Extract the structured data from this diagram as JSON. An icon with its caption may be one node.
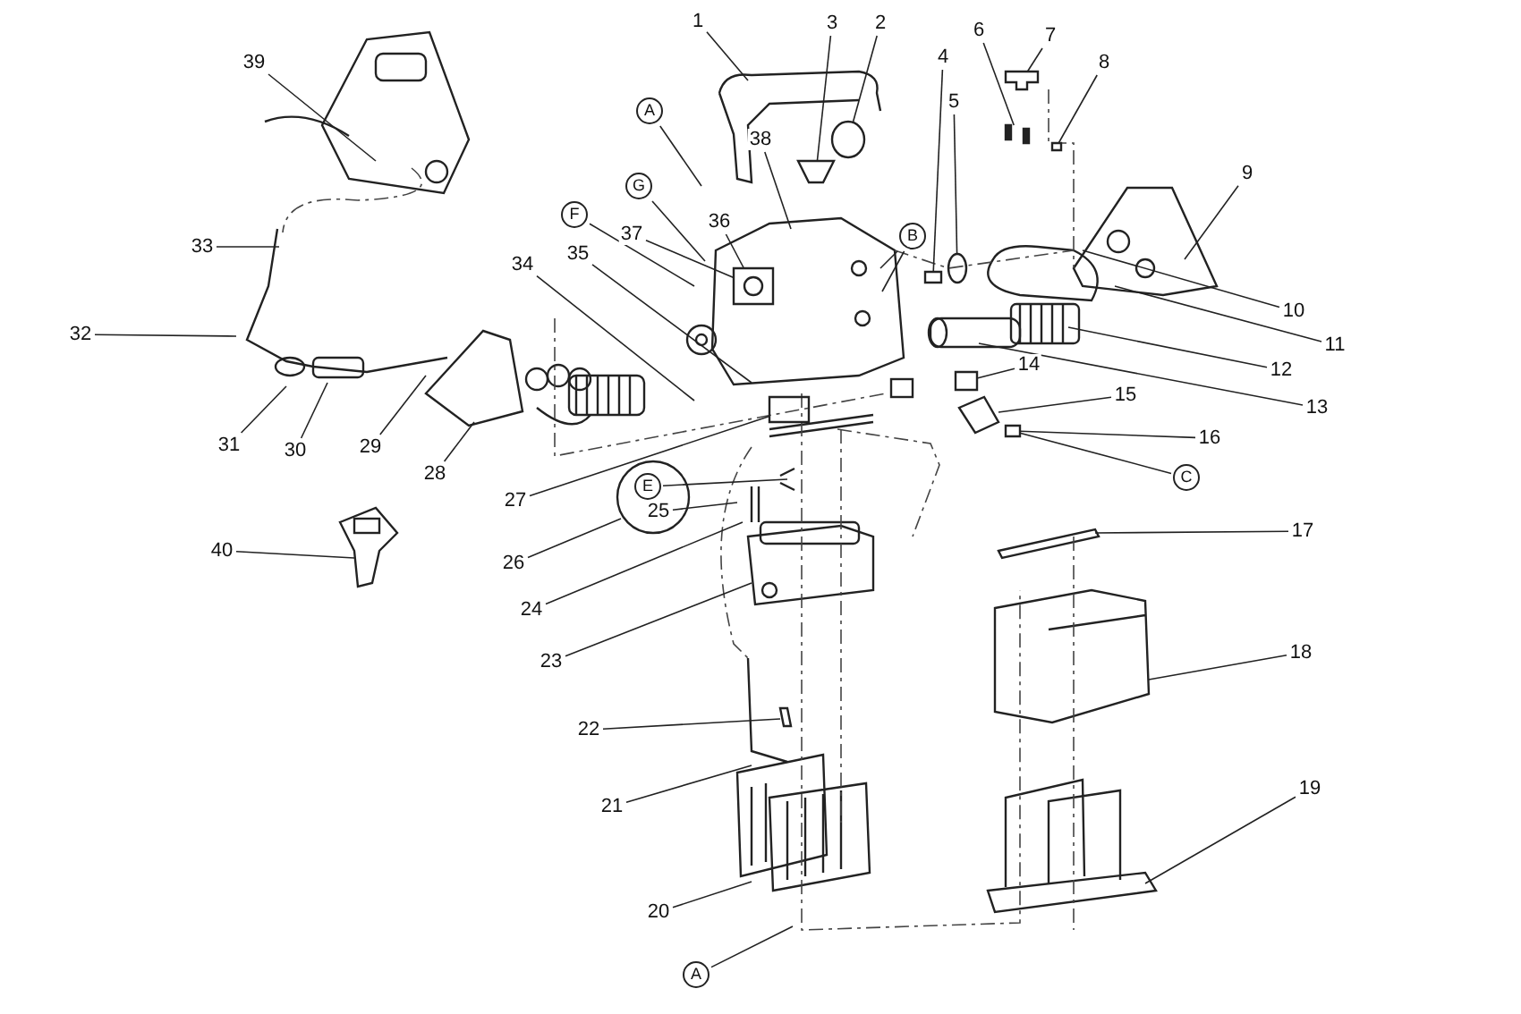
{
  "diagram": {
    "nodes": [
      {
        "text": [
          "1"
        ]
      },
      {
        "text": [
          "2"
        ]
      },
      {
        "text": [
          "3"
        ]
      },
      {
        "text": [
          "4"
        ]
      },
      {
        "text": [
          "5"
        ]
      },
      {
        "text": [
          "6"
        ]
      },
      {
        "text": [
          "7"
        ]
      },
      {
        "text": [
          "8"
        ]
      },
      {
        "text": [
          "9"
        ]
      },
      {
        "text": [
          "10"
        ]
      },
      {
        "text": [
          "11"
        ]
      },
      {
        "text": [
          "12"
        ]
      },
      {
        "text": [
          "13"
        ]
      },
      {
        "text": [
          "14"
        ]
      },
      {
        "text": [
          "15"
        ]
      },
      {
        "text": [
          "16"
        ]
      },
      {
        "text": [
          "17"
        ]
      },
      {
        "text": [
          "18"
        ]
      },
      {
        "text": [
          "19"
        ]
      },
      {
        "text": [
          "20"
        ]
      },
      {
        "text": [
          "21"
        ]
      },
      {
        "text": [
          "22"
        ]
      },
      {
        "text": [
          "23"
        ]
      },
      {
        "text": [
          "24"
        ]
      },
      {
        "text": [
          "25"
        ]
      },
      {
        "text": [
          "26"
        ]
      },
      {
        "text": [
          "27"
        ]
      },
      {
        "text": [
          "28"
        ]
      },
      {
        "text": [
          "29"
        ]
      },
      {
        "text": [
          "30"
        ]
      },
      {
        "text": [
          "31"
        ]
      },
      {
        "text": [
          "32"
        ]
      },
      {
        "text": [
          "33"
        ]
      },
      {
        "text": [
          "34"
        ]
      },
      {
        "text": [
          "35"
        ]
      },
      {
        "text": [
          "36"
        ]
      },
      {
        "text": [
          "37"
        ]
      },
      {
        "text": [
          "38"
        ]
      },
      {
        "text": [
          "39"
        ]
      },
      {
        "text": [
          "40"
        ]
      },
      {
        "text": [
          "A"
        ]
      },
      {
        "text": [
          "G"
        ]
      },
      {
        "text": [
          "F"
        ]
      },
      {
        "text": [
          "B"
        ]
      },
      {
        "text": [
          "E"
        ]
      },
      {
        "text": [
          "C"
        ]
      },
      {
        "text": [
          "A"
        ]
      },
      {
        "text": [],
        "shape": "picture"
      },
      {
        "text": [],
        "shape": "picture"
      },
      {
        "text": [],
        "shape": "picture"
      },
      {
        "text": [],
        "shape": "picture"
      },
      {
        "text": [],
        "shape": "box"
      },
      {
        "text": [],
        "shape": "box"
      },
      {
        "text": [],
        "shape": "picture"
      },
      {
        "text": [],
        "shape": "box"
      },
      {
        "text": [],
        "shape": "box"
      },
      {
        "text": [],
        "shape": "picture"
      },
      {
        "text": [],
        "shape": "box"
      },
      {
        "text": [],
        "shape": "picture"
      }
    ],
    "edges": [
      {
        "from": 0,
        "to": null,
        "arrow": "none"
      },
      {
        "from": 1,
        "to": 47,
        "arrow": "none"
      },
      {
        "from": 2,
        "to": 48,
        "arrow": "none"
      },
      {
        "from": 3,
        "to": 57,
        "arrow": "none"
      },
      {
        "from": 4,
        "to": 49,
        "arrow": "none"
      },
      {
        "from": 5,
        "to": 58,
        "arrow": "none"
      },
      {
        "from": 6,
        "to": 50,
        "arrow": "none"
      },
      {
        "from": 7,
        "to": 51,
        "arrow": "none"
      },
      {
        "from": 8,
        "to": null,
        "arrow": "none"
      },
      {
        "from": 9,
        "to": null,
        "arrow": "none"
      },
      {
        "from": 10,
        "to": null,
        "arrow": "none"
      },
      {
        "from": 11,
        "to": null,
        "arrow": "none"
      },
      {
        "from": 12,
        "to": null,
        "arrow": "none"
      },
      {
        "from": 13,
        "to": 52,
        "arrow": "none"
      },
      {
        "from": 14,
        "to": 53,
        "arrow": "none"
      },
      {
        "from": 15,
        "to": 54,
        "arrow": "none"
      },
      {
        "from": 16,
        "to": null,
        "arrow": "none"
      },
      {
        "from": 17,
        "to": null,
        "arrow": "none"
      },
      {
        "from": 18,
        "to": null,
        "arrow": "none"
      },
      {
        "from": 19,
        "to": null,
        "arrow": "none"
      },
      {
        "from": 20,
        "to": null,
        "arrow": "none"
      },
      {
        "from": 21,
        "to": null,
        "arrow": "none"
      },
      {
        "from": 22,
        "to": null,
        "arrow": "none"
      },
      {
        "from": 23,
        "to": null,
        "arrow": "none"
      },
      {
        "from": 24,
        "to": null,
        "arrow": "none"
      },
      {
        "from": 25,
        "to": null,
        "arrow": "none"
      },
      {
        "from": 26,
        "to": 55,
        "arrow": "none"
      },
      {
        "from": 27,
        "to": null,
        "arrow": "none"
      },
      {
        "from": 28,
        "to": null,
        "arrow": "none"
      },
      {
        "from": 29,
        "to": null,
        "arrow": "none"
      },
      {
        "from": 30,
        "to": null,
        "arrow": "none"
      },
      {
        "from": 31,
        "to": null,
        "arrow": "none"
      },
      {
        "from": 32,
        "to": null,
        "arrow": "none"
      },
      {
        "from": 33,
        "to": null,
        "arrow": "none"
      },
      {
        "from": 34,
        "to": null,
        "arrow": "none"
      },
      {
        "from": 35,
        "to": 56,
        "arrow": "none"
      },
      {
        "from": 36,
        "to": 56,
        "arrow": "none"
      },
      {
        "from": 37,
        "to": null,
        "arrow": "none"
      },
      {
        "from": 38,
        "to": null,
        "arrow": "none"
      },
      {
        "from": 39,
        "to": null,
        "arrow": "none"
      },
      {
        "from": 40,
        "to": null,
        "arrow": "none"
      },
      {
        "from": 41,
        "to": null,
        "arrow": "none"
      },
      {
        "from": 42,
        "to": null,
        "arrow": "none"
      },
      {
        "from": 43,
        "to": null,
        "arrow": "none"
      },
      {
        "from": 43,
        "to": null,
        "arrow": "none"
      },
      {
        "from": 44,
        "to": null,
        "arrow": "none"
      },
      {
        "from": 45,
        "to": 54,
        "arrow": "none"
      },
      {
        "from": 46,
        "to": null,
        "arrow": "none"
      }
    ]
  }
}
